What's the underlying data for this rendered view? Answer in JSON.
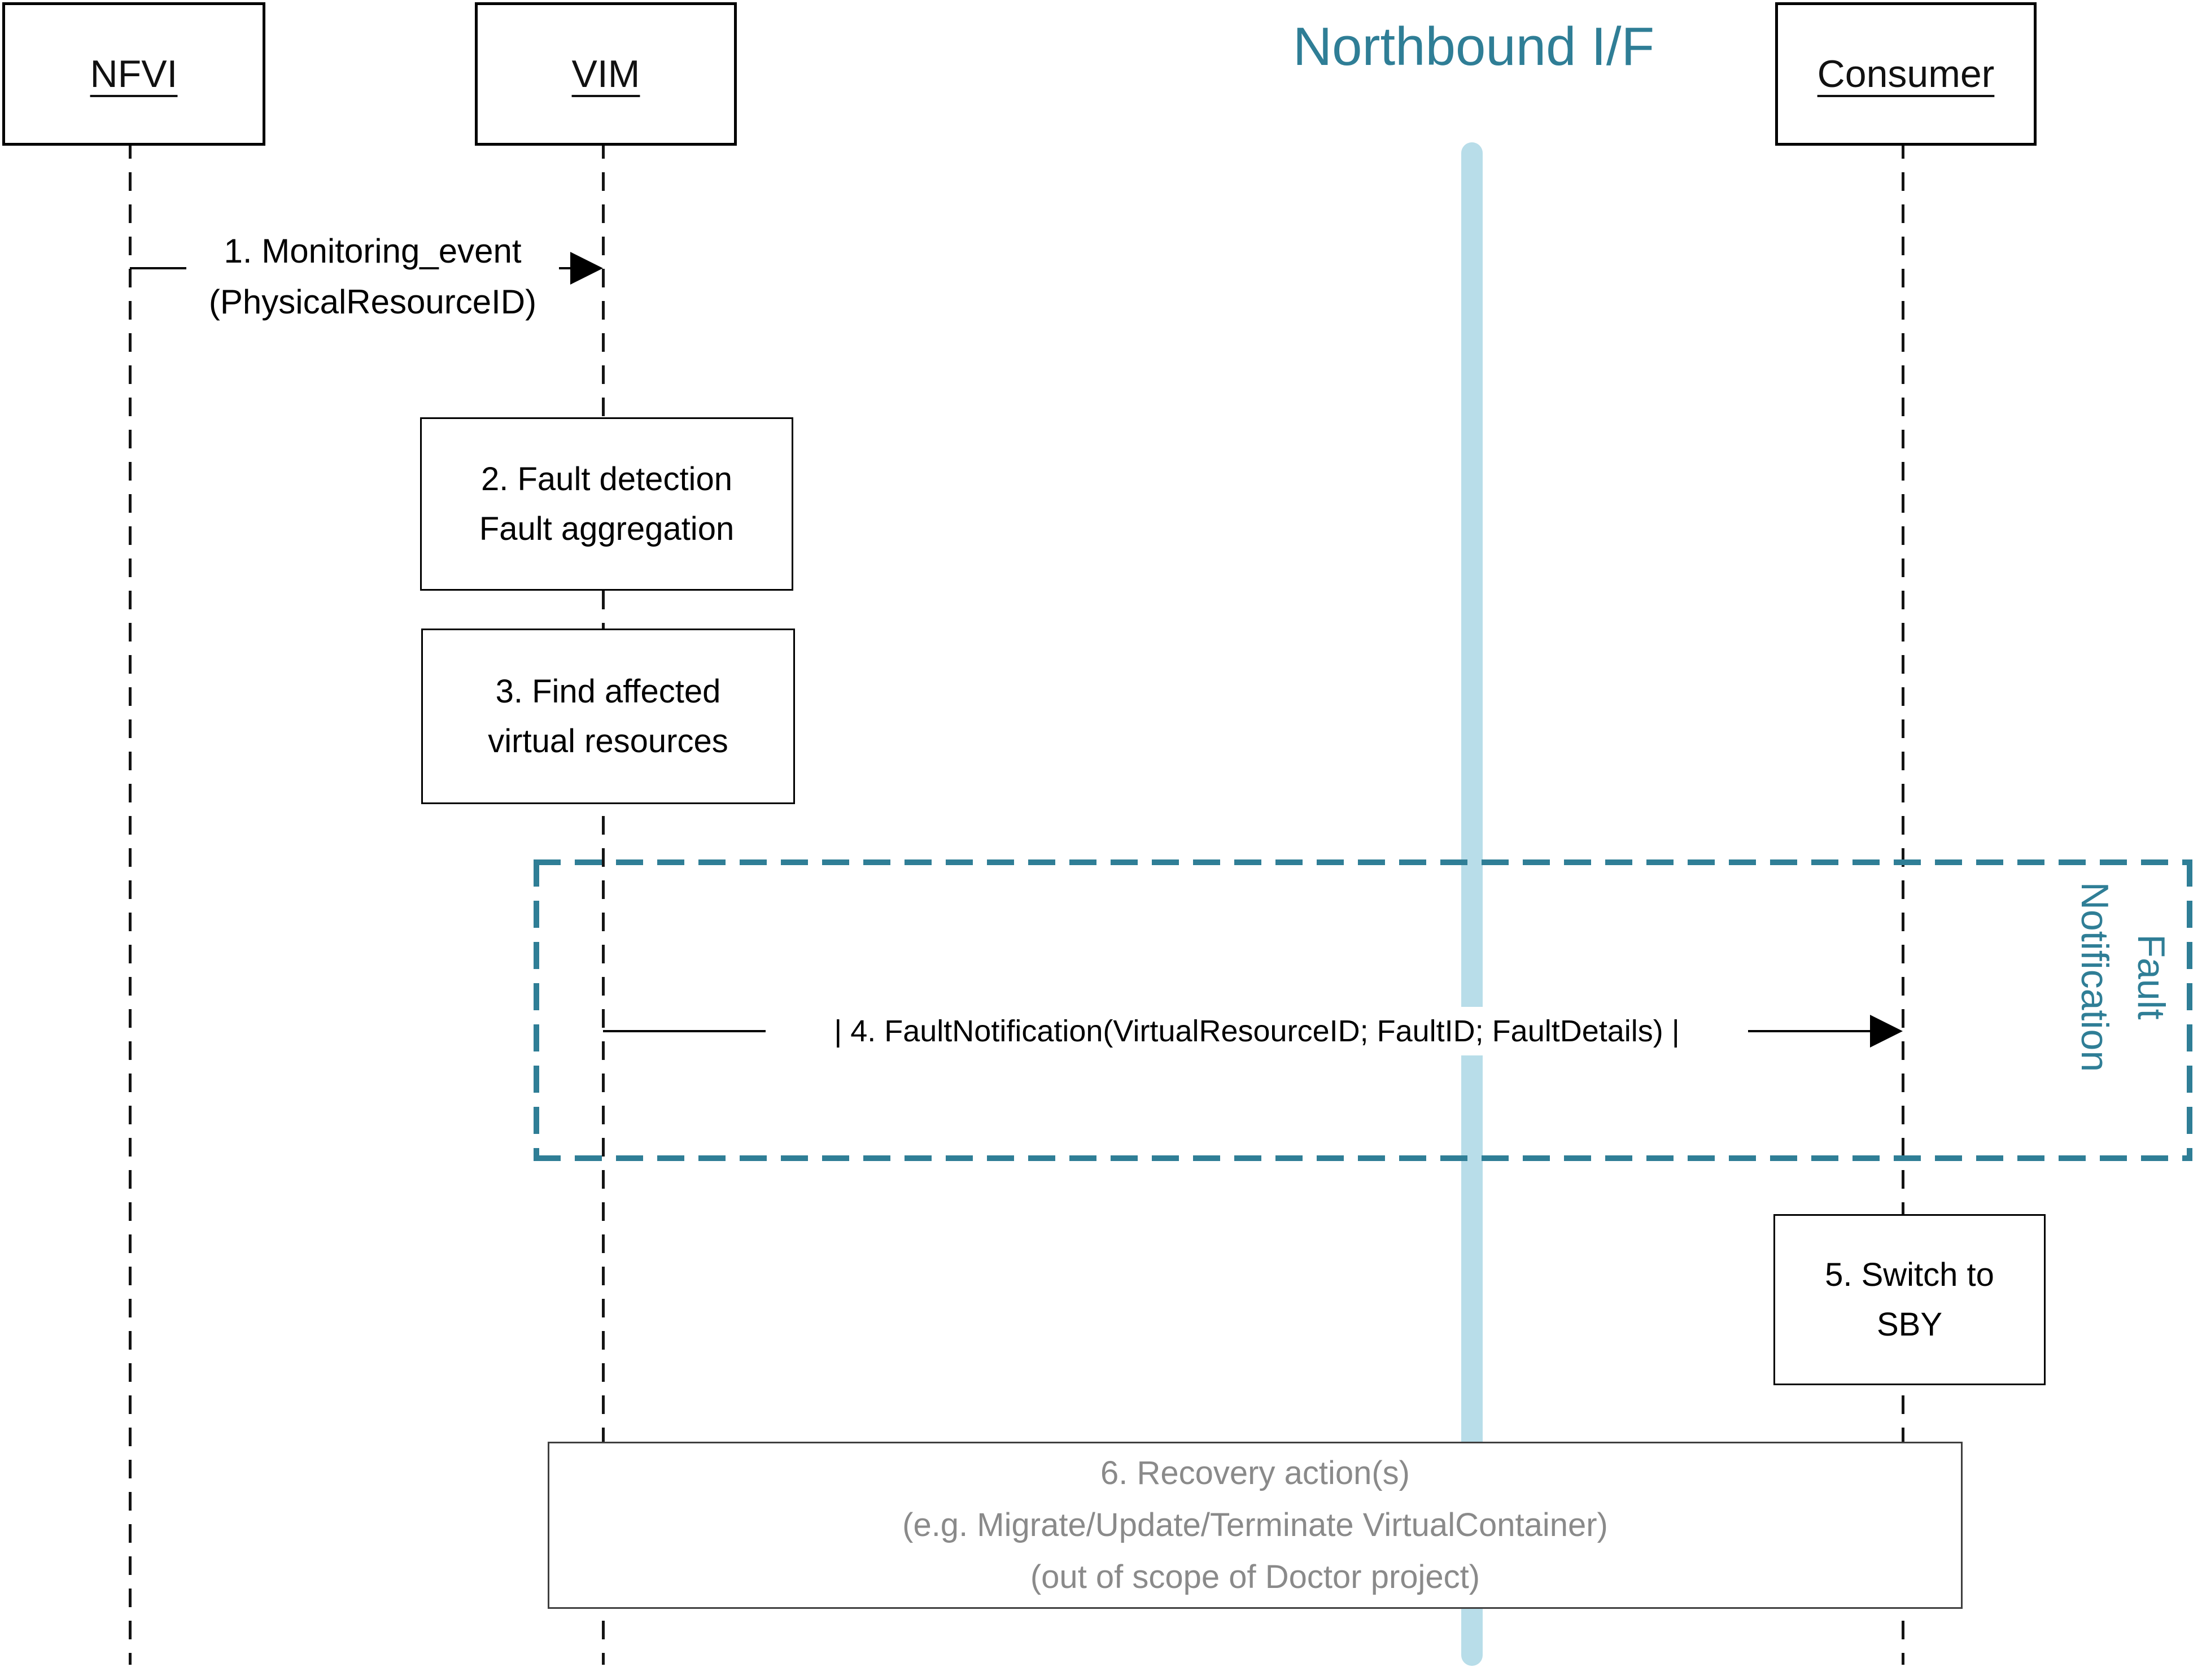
{
  "title": {
    "northbound": "Northbound I/F"
  },
  "actors": {
    "nfvi": "NFVI",
    "vim": "VIM",
    "consumer": "Consumer"
  },
  "messages": {
    "m1": {
      "line1": "1. Monitoring_event",
      "line2": "(PhysicalResourceID)"
    },
    "m4": {
      "label": "| 4. FaultNotification(VirtualResourceID; FaultID; FaultDetails) |"
    }
  },
  "activities": {
    "a2": {
      "line1": "2. Fault detection",
      "line2": "Fault aggregation"
    },
    "a3": {
      "line1": "3. Find affected",
      "line2": "virtual resources"
    },
    "a5": {
      "line1": "5. Switch to",
      "line2": "SBY"
    },
    "a6": {
      "line1": "6. Recovery action(s)",
      "line2": "(e.g. Migrate/Update/Terminate VirtualContainer)",
      "line3": "(out of scope of Doctor project)"
    }
  },
  "region": {
    "line1": "Fault",
    "line2": "Notification"
  },
  "colors": {
    "teal": "#2F7E96",
    "light_blue": "#B8DDE9",
    "gray_text": "#8A8A8A",
    "line_black": "#111111"
  }
}
